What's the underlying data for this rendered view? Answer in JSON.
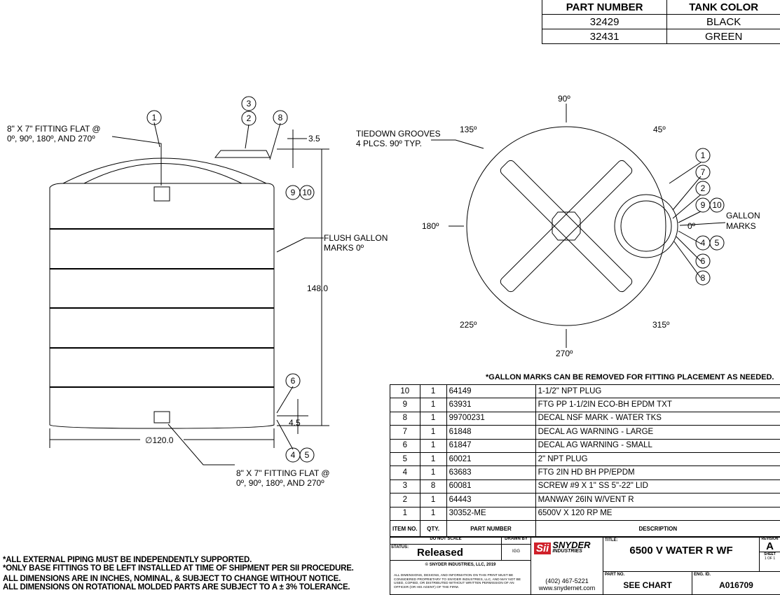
{
  "part_table": {
    "headers": [
      "PART NUMBER",
      "TANK COLOR"
    ],
    "rows": [
      [
        "32429",
        "BLACK"
      ],
      [
        "32431",
        "GREEN"
      ]
    ]
  },
  "side_view": {
    "fitting_note_top": [
      "8\" X 7\" FITTING FLAT @",
      "0º, 90º, 180º, AND 270º"
    ],
    "fitting_note_bottom": [
      "8\" X 7\" FITTING FLAT @",
      "0º, 90º, 180º, AND 270º"
    ],
    "flush_note": [
      "FLUSH GALLON",
      "MARKS 0º"
    ],
    "dim_height": "148.0",
    "dim_top": "3.5",
    "dim_bottom": "4.5",
    "dim_diameter": "∅120.0",
    "balloons": [
      "1",
      "3",
      "2",
      "8",
      "9",
      "10",
      "6",
      "4",
      "5"
    ]
  },
  "top_view": {
    "tiedown_note": [
      "TIEDOWN GROOVES",
      "4 PLCS. 90º TYP."
    ],
    "angles": {
      "a0": "0º",
      "a45": "45º",
      "a90": "90º",
      "a135": "135º",
      "a180": "180º",
      "a225": "225º",
      "a270": "270º",
      "a315": "315º"
    },
    "gallon_note": [
      "GALLON",
      "MARKS"
    ],
    "balloons": [
      "1",
      "7",
      "2",
      "9",
      "10",
      "4",
      "5",
      "6",
      "8"
    ]
  },
  "gallon_removal_note": "*GALLON MARKS CAN BE REMOVED FOR FITTING PLACEMENT AS NEEDED.",
  "bom": {
    "rows": [
      [
        "10",
        "1",
        "64149",
        "1-1/2\" NPT PLUG"
      ],
      [
        "9",
        "1",
        "63931",
        "FTG PP 1-1/2IN ECO-BH EPDM TXT"
      ],
      [
        "8",
        "1",
        "99700231",
        "DECAL NSF MARK - WATER TKS"
      ],
      [
        "7",
        "1",
        "61848",
        "DECAL AG WARNING - LARGE"
      ],
      [
        "6",
        "1",
        "61847",
        "DECAL AG WARNING - SMALL"
      ],
      [
        "5",
        "1",
        "60021",
        "2\" NPT PLUG"
      ],
      [
        "4",
        "1",
        "63683",
        "FTG 2IN HD BH PP/EPDM"
      ],
      [
        "3",
        "8",
        "60081",
        "SCREW #9 X 1\" SS 5\"-22\" LID"
      ],
      [
        "2",
        "1",
        "64443",
        "MANWAY 26IN W/VENT R"
      ],
      [
        "1",
        "1",
        "30352-ME",
        "6500V X 120 RP ME"
      ]
    ],
    "headers": [
      "ITEM NO.",
      "QTY.",
      "PART NUMBER",
      "DESCRIPTION"
    ]
  },
  "title_block": {
    "do_not_scale": "DO NOT SCALE",
    "drawn_by_label": "DRAWN BY",
    "drawn_by": "IGG",
    "status_label": "STATUS:",
    "status": "Released",
    "copyright": "© SNYDER INDUSTRIES, LLC, 2019",
    "proprietary": "ALL DIMENSIONS, DESIGNS, AND INFORMATION ON THIS PRINT MUST BE CONSIDERED PROPRIETARY TO SNYDER INDUSTRIES, LLC, AND MAY NOT BE USED, COPIED, OR DISTRIBUTED WITHOUT WRITTEN PERMISSION OF AN OFFICER (OR HIS AGENT) OF THE FIRM.",
    "logo_mark": "Sii",
    "logo_name": "SNYDER",
    "logo_sub": "INDUSTRIES",
    "phone": "(402) 467-5221",
    "website": "www.snydernet.com",
    "title_label": "TITLE:",
    "title": "6500 V WATER R WF",
    "revision_label": "REVISION",
    "revision": "A",
    "sheet_label": "SHEET",
    "sheet": "1 OF 1",
    "part_no_label": "PART NO.",
    "part_no": "SEE CHART",
    "eng_id_label": "ENG. ID.",
    "eng_id": "A016709"
  },
  "notes": [
    "*ALL EXTERNAL PIPING MUST BE INDEPENDENTLY SUPPORTED.",
    "*ONLY BASE FITTINGS TO BE LEFT INSTALLED AT TIME OF SHIPMENT PER SII PROCEDURE.",
    "ALL DIMENSIONS ARE IN INCHES, NOMINAL, & SUBJECT TO CHANGE WITHOUT NOTICE.",
    "ALL DIMENSIONS ON ROTATIONAL MOLDED PARTS ARE SUBJECT TO A ± 3% TOLERANCE."
  ],
  "colors": {
    "logo_red": "#d0202a",
    "line": "#000000"
  }
}
